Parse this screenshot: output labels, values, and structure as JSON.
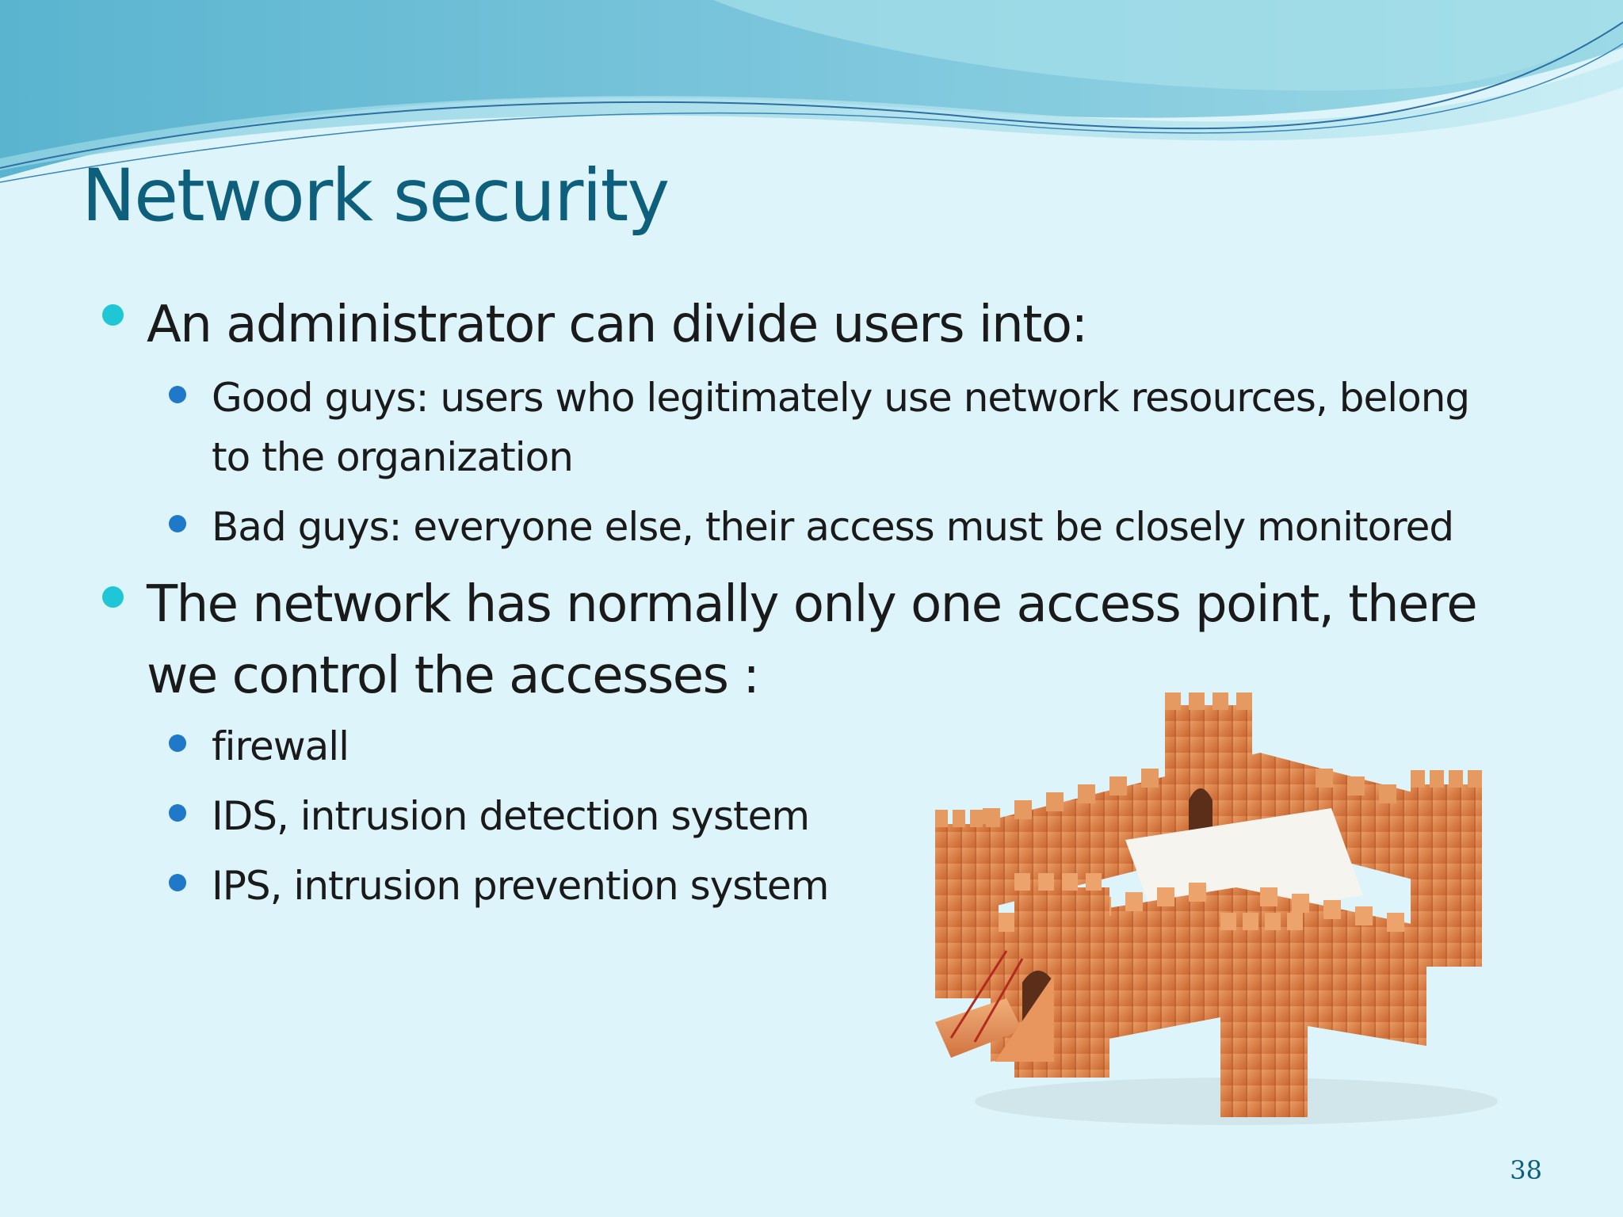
{
  "slide": {
    "title": "Network security",
    "bullets": [
      {
        "text": "An administrator can divide users into:",
        "sub": [
          {
            "lines": [
              "Good guys: users who legitimately use network resources, belong",
              "to the organization"
            ]
          },
          {
            "lines": [
              "Bad guys: everyone else, their access must be closely monitored"
            ]
          }
        ]
      },
      {
        "lines": [
          "The network has normally only one access point, there",
          "we control the accesses :"
        ],
        "sub": [
          {
            "text": "firewall"
          },
          {
            "text": "IDS, intrusion detection system"
          },
          {
            "text": "IPS, intrusion prevention system"
          }
        ]
      }
    ],
    "image": {
      "icon": "toy-castle-illustration"
    },
    "page_number": "38"
  },
  "colors": {
    "background": "#dcf4fa",
    "title": "#0e5f7c",
    "bullet_level1": "#1ec6d6",
    "bullet_level2": "#1f78c8",
    "castle_wood": "#d97a45"
  }
}
